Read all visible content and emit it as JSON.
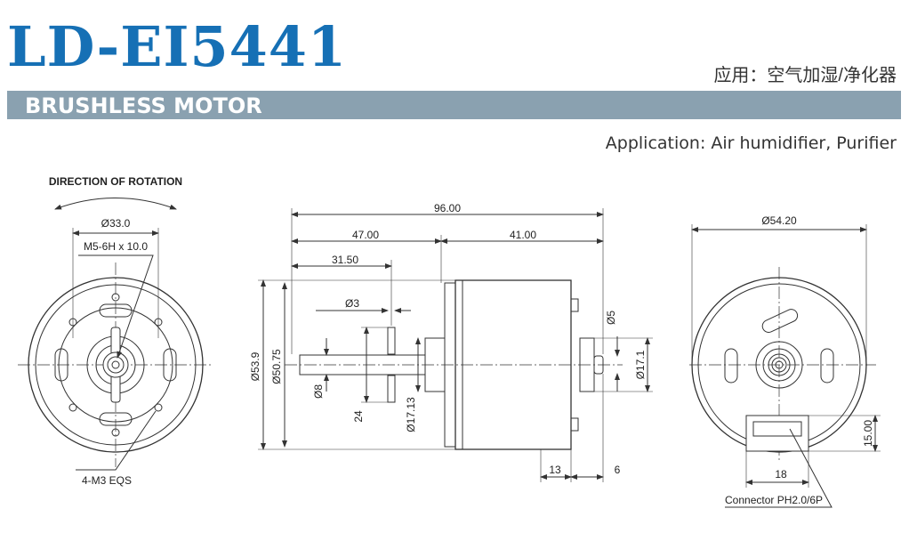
{
  "header": {
    "model": "LD-EI5441",
    "subtitle": "BRUSHLESS MOTOR",
    "application_cn": "应用：空气加湿/净化器",
    "application_en": "Application: Air humidifier, Purifier"
  },
  "front_view": {
    "rotation_label": "DIRECTION OF ROTATION",
    "dim_diameter": "Ø33.0",
    "dim_thread": "M5-6H x 10.0",
    "dim_holes": "4-M3 EQS"
  },
  "side_view": {
    "dim_total_length": "96.00",
    "dim_front_length": "47.00",
    "dim_body_length": "41.00",
    "dim_shaft_length": "31.50",
    "dim_pin": "Ø3",
    "dim_rear_shaft": "Ø5",
    "dim_body_diameter": "Ø53.9",
    "dim_flange_diameter": "Ø50.75",
    "dim_shaft_diameter": "Ø8",
    "dim_pin_span": "24",
    "dim_boss_diameter": "Ø17.13",
    "dim_rear_boss": "Ø17.1",
    "dim_rear_length": "13",
    "dim_rear_shaft_length": "6"
  },
  "rear_view": {
    "dim_diameter": "Ø54.20",
    "dim_connector_width": "18",
    "dim_connector_height": "15.00",
    "connector_label": "Connector PH2.0/6P"
  }
}
